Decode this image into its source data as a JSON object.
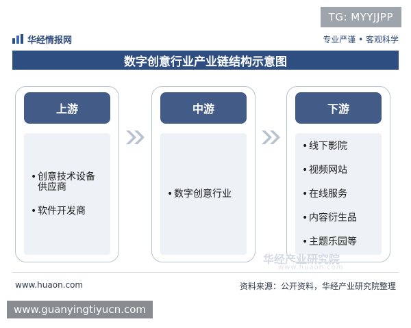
{
  "tag": "TG: MYYJJPP",
  "header": {
    "brand": "华经情报网",
    "slogan": "专业严谨 • 客观科学"
  },
  "title": "数字创意行业产业链结构示意图",
  "columns": [
    {
      "heading": "上游",
      "items": [
        "创意技术设备供应商",
        "软件开发商"
      ]
    },
    {
      "heading": "中游",
      "items": [
        "数字创意行业"
      ]
    },
    {
      "heading": "下游",
      "items": [
        "线下影院",
        "视频网站",
        "在线服务",
        "内容衍生品",
        "主题乐园等"
      ]
    }
  ],
  "watermark": {
    "text": "华经产业研究院",
    "site": "www.huaon.com"
  },
  "footer": {
    "site": "www.huaon.com",
    "source": "资料来源：公开资料，华经产业研究院整理"
  },
  "url_overlay": "www.guanyingtiyucn.com",
  "colors": {
    "title_bar": "#2e4e82",
    "column_heading": "#425b87",
    "column_body": "#eef1f6",
    "arrow": "#b8c2cf"
  },
  "icons": {
    "brand_logo": "bar-chart-logo",
    "connector": "double-chevron-right"
  }
}
